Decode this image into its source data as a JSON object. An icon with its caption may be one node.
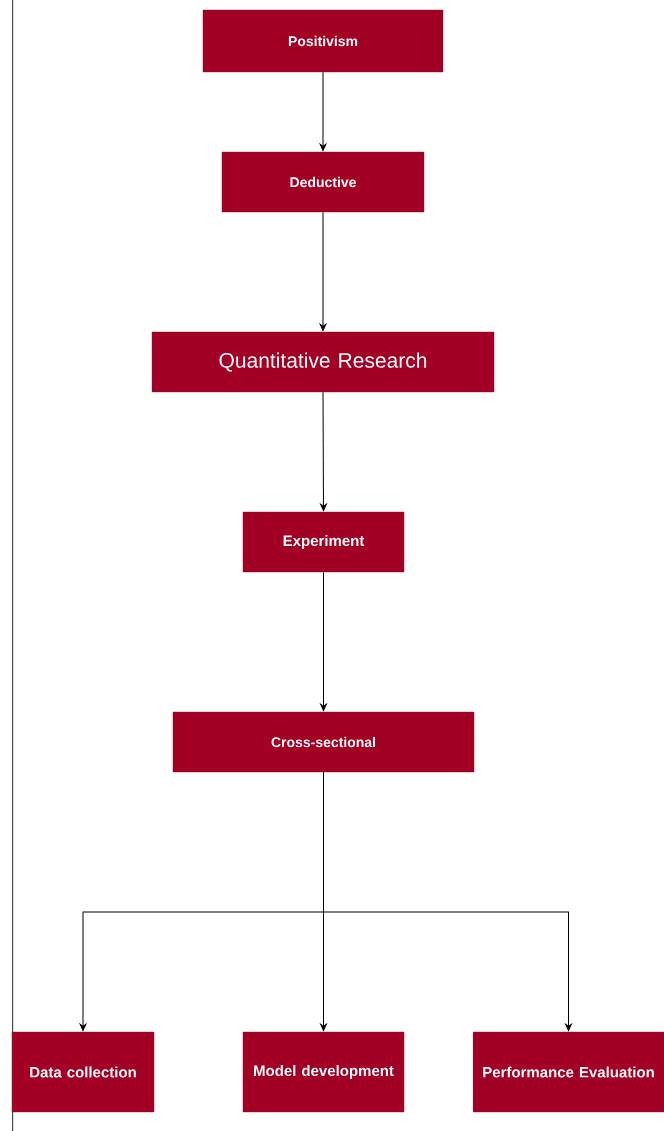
{
  "diagram": {
    "nodes": [
      {
        "text": [
          "Positivism"
        ]
      },
      {
        "text": [
          "Deductive"
        ]
      },
      {
        "text": [
          "Quantitative Research"
        ]
      },
      {
        "text": [
          "Experiment"
        ]
      },
      {
        "text": [
          "Cross-sectional"
        ]
      },
      {
        "text": [
          "Data collection"
        ]
      },
      {
        "text": [
          "Model development"
        ]
      },
      {
        "text": [
          "Performance Evaluation"
        ]
      }
    ],
    "edges": [
      {
        "from": 0,
        "to": 1,
        "arrow": "to"
      },
      {
        "from": 1,
        "to": 2,
        "arrow": "to"
      },
      {
        "from": 2,
        "to": 3,
        "arrow": "to"
      },
      {
        "from": 3,
        "to": 4,
        "arrow": "to"
      },
      {
        "from": 4,
        "to": 5,
        "arrow": "to"
      },
      {
        "from": 4,
        "to": 6,
        "arrow": "to"
      },
      {
        "from": 4,
        "to": 7,
        "arrow": "to"
      }
    ]
  }
}
